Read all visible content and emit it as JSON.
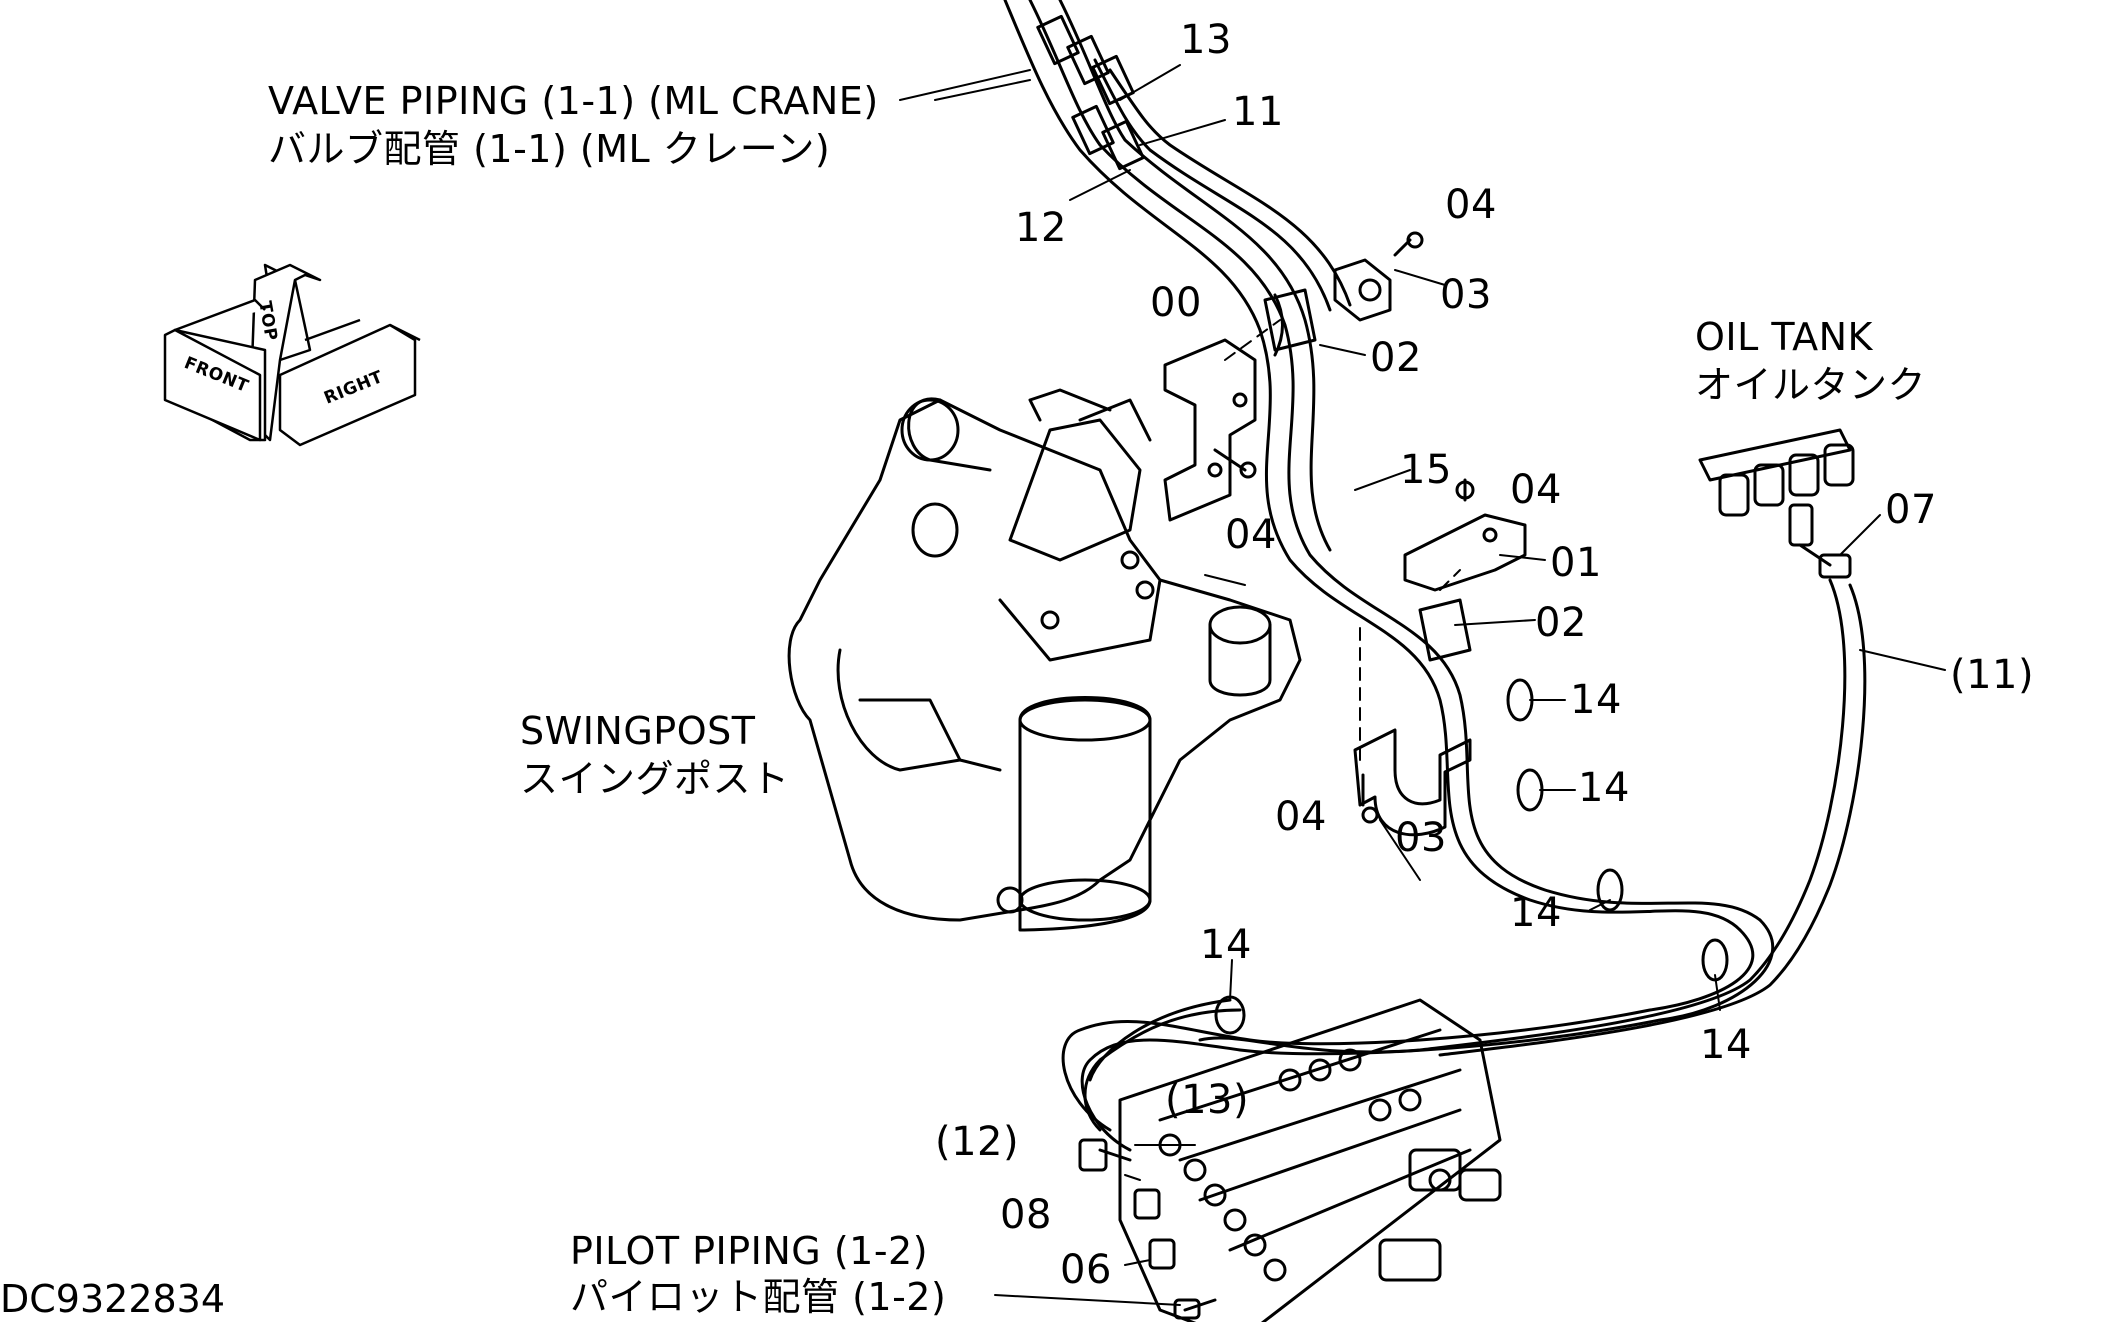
{
  "callouts": {
    "valve_piping_en": "VALVE  PIPING (1-1) (ML  CRANE)",
    "valve_piping_jp": "バルブ配管 (1-1) (ML クレーン)",
    "oil_tank_en": "OIL  TANK",
    "oil_tank_jp": "オイルタンク",
    "swingpost_en": "SWINGPOST",
    "swingpost_jp": "スイングポスト",
    "pilot_piping_en": "PILOT  PIPING (1-2)",
    "pilot_piping_jp": "パイロット配管 (1-2)"
  },
  "direction_indicator": {
    "front": "FRONT",
    "top": "TOP",
    "right": "RIGHT"
  },
  "part_numbers": {
    "p13": "13",
    "p11": "11",
    "p12": "12",
    "p04a": "04",
    "p03a": "03",
    "p00": "00",
    "p02a": "02",
    "p04b": "04",
    "p15": "15",
    "p04c": "04",
    "p01": "01",
    "p02b": "02",
    "p07": "07",
    "p11b": "(11)",
    "p14a": "14",
    "p14b": "14",
    "p03b": "03",
    "p04d": "04",
    "p14c": "14",
    "p14d": "14",
    "p14e": "14",
    "p13b": "(13)",
    "p12b": "(12)",
    "p08": "08",
    "p06": "06"
  },
  "drawing_id": "DC9322834",
  "colors": {
    "line": "#000000",
    "background": "#ffffff"
  }
}
